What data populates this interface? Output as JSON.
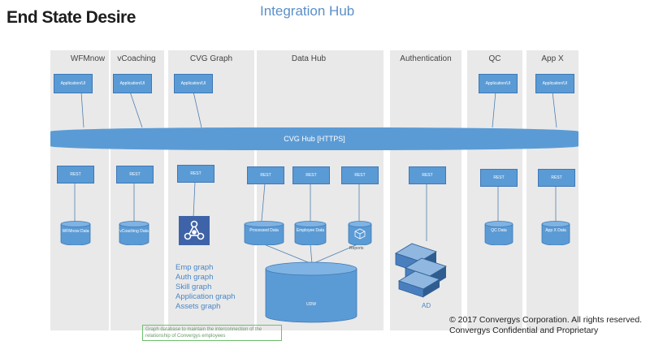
{
  "header": {
    "title": "End State Desire",
    "diagram_title": "Integration Hub"
  },
  "columns": [
    {
      "id": "wfmnow",
      "label": "WFMnow"
    },
    {
      "id": "vcoaching",
      "label": "vCoaching"
    },
    {
      "id": "cvg-graph",
      "label": "CVG Graph"
    },
    {
      "id": "data-hub",
      "label": "Data Hub"
    },
    {
      "id": "authentication",
      "label": "Authentication"
    },
    {
      "id": "qc",
      "label": "QC"
    },
    {
      "id": "app-x",
      "label": "App X"
    }
  ],
  "applications": [
    {
      "label": "Application/UI"
    },
    {
      "label": "Application/UI"
    },
    {
      "label": "Application/UI"
    },
    {
      "label": "Application/UI"
    },
    {
      "label": "Application/UI"
    }
  ],
  "hub_band": {
    "label": "CVG Hub [HTTPS]"
  },
  "rest_nodes": [
    {
      "label": "REST"
    },
    {
      "label": "REST"
    },
    {
      "label": "REST"
    },
    {
      "label": "REST"
    },
    {
      "label": "REST"
    },
    {
      "label": "REST"
    },
    {
      "label": "REST"
    },
    {
      "label": "REST"
    },
    {
      "label": "REST"
    }
  ],
  "data_stores": [
    {
      "label": "WFMnow Data"
    },
    {
      "label": "vCoaching Data"
    },
    {
      "label": "Processed Data"
    },
    {
      "label": "Employee Data"
    },
    {
      "label": "QC Data"
    },
    {
      "label": "App X Data"
    }
  ],
  "reports": {
    "label": "Reports"
  },
  "udw": {
    "label": "UDW"
  },
  "graph_items": [
    "Emp graph",
    "Auth graph",
    "Skill graph",
    "Application graph",
    "Assets graph"
  ],
  "graph_note": "Graph database to maintain the interconnection of the relationship of Convergys employees",
  "ad": {
    "label": "AD"
  },
  "footer": {
    "copyright": "© 2017 Convergys Corporation. All rights reserved.",
    "confidential": "Convergys Confidential and Proprietary"
  },
  "colors": {
    "accent": "#5b9bd5",
    "column_bg": "#e9e9e9",
    "link_text": "#4a86c5"
  }
}
